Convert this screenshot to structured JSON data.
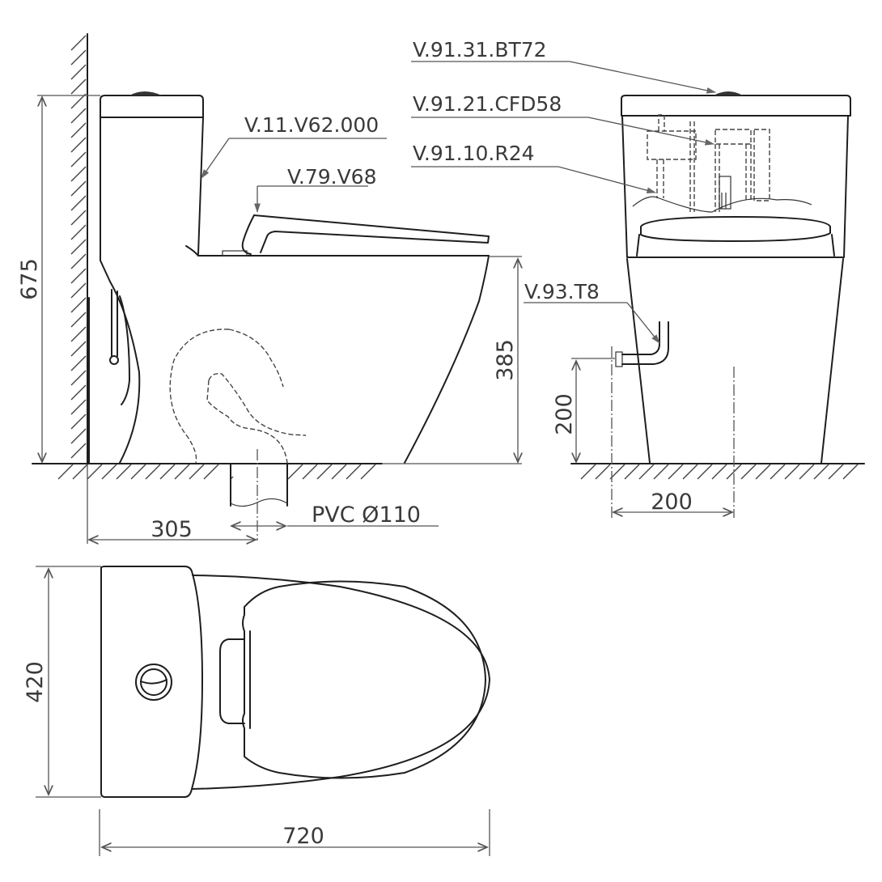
{
  "drawing": {
    "title": "One-piece toilet technical drawing",
    "views": [
      "side-view",
      "front-view",
      "top-view"
    ],
    "colors": {
      "line": "#1e1e1e",
      "dimension": "#555555",
      "text": "#3a3a3a",
      "background": "#ffffff"
    }
  },
  "part_labels": {
    "bowl_body": "V.11.V62.000",
    "seat_cover": "V.79.V68",
    "flush_button": "V.91.31.BT72",
    "flush_valve": "V.91.21.CFD58",
    "fill_valve": "V.91.10.R24",
    "angle_valve": "V.93.T8"
  },
  "dimensions": {
    "total_height": "675",
    "seat_height": "385",
    "rough_in": "305",
    "drain_pipe": "PVC Ø110",
    "water_inlet_height": "200",
    "water_inlet_offset": "200",
    "width": "420",
    "length": "720"
  }
}
